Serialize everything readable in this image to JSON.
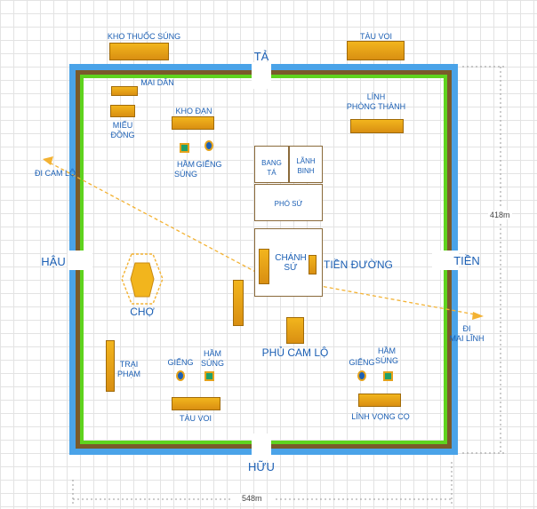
{
  "gates": {
    "top": "TẢ",
    "bottom": "HỮU",
    "left": "HẬU",
    "right": "TIỀN"
  },
  "labels": {
    "kho_thuoc_sung": "KHO THUỐC SÚNG",
    "tau_voi_top": "TÀU VOI",
    "mai_dan": "MAI DÂN",
    "mieu_dong": "MIẾU\nĐỒNG",
    "kho_dan": "KHO ĐẠN",
    "linh_phong_thanh": "LÍNH\nPHÒNG THÀNH",
    "ham_sung_1": "HẦM\nSÚNG",
    "gieng_1": "GIẾNG",
    "di_cam_lo": "ĐI CAM LỘ",
    "bang_ta": "BANG\nTÁ",
    "lanh_binh": "LÃNH\nBINH",
    "pho_su": "PHÓ SỨ",
    "chanh_su": "CHÁNH\nSỨ",
    "tien_duong": "TIỀN ĐƯỜNG",
    "cho": "CHỢ",
    "di_mai_linh": "ĐI\nMAI LĨNH",
    "phu_cam_lo": "PHỦ CAM LỘ",
    "trai_pham": "TRẠI\nPHẠM",
    "gieng_2": "GIẾNG",
    "ham_sung_2": "HẦM\nSÚNG",
    "tau_voi_bottom": "TÀU VOI",
    "gieng_3": "GIẾNG",
    "ham_sung_3": "HẦM\nSÚNG",
    "linh_vong_co": "LÍNH VỌNG CỌ"
  },
  "dimensions": {
    "height": "418m",
    "width": "548m"
  },
  "colors": {
    "outer_wall": "#4aa3e8",
    "middle_wall": "#7a5a2a",
    "inner_wall": "#5fd31e",
    "building": "#f2b51d",
    "text": "#1b5fb4"
  }
}
